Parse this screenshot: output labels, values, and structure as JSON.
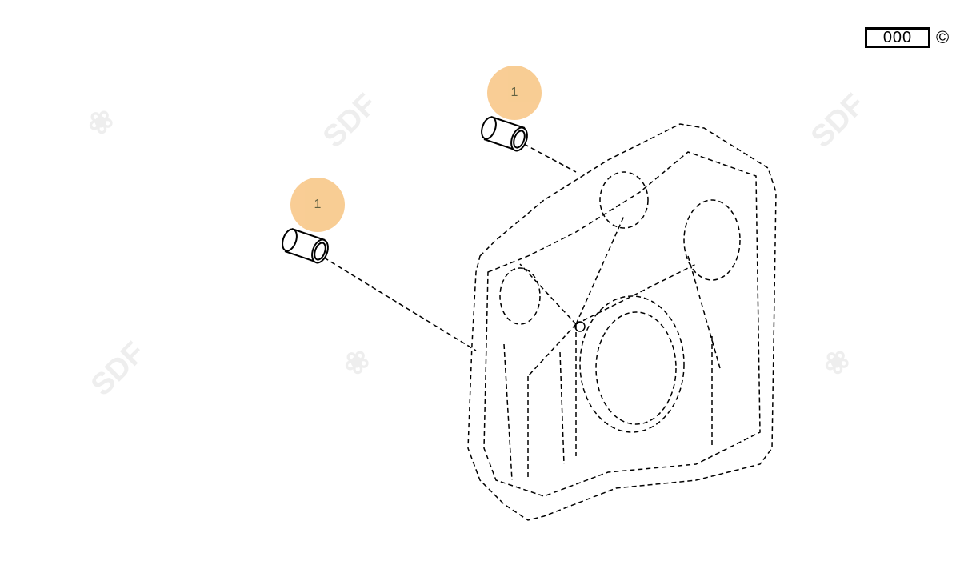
{
  "reference_code": "000",
  "copyright_symbol": "©",
  "callouts": [
    {
      "label": "1"
    },
    {
      "label": "1"
    }
  ],
  "watermark": "SDF",
  "colors": {
    "callout": "#f8c98c",
    "line": "#000000"
  }
}
